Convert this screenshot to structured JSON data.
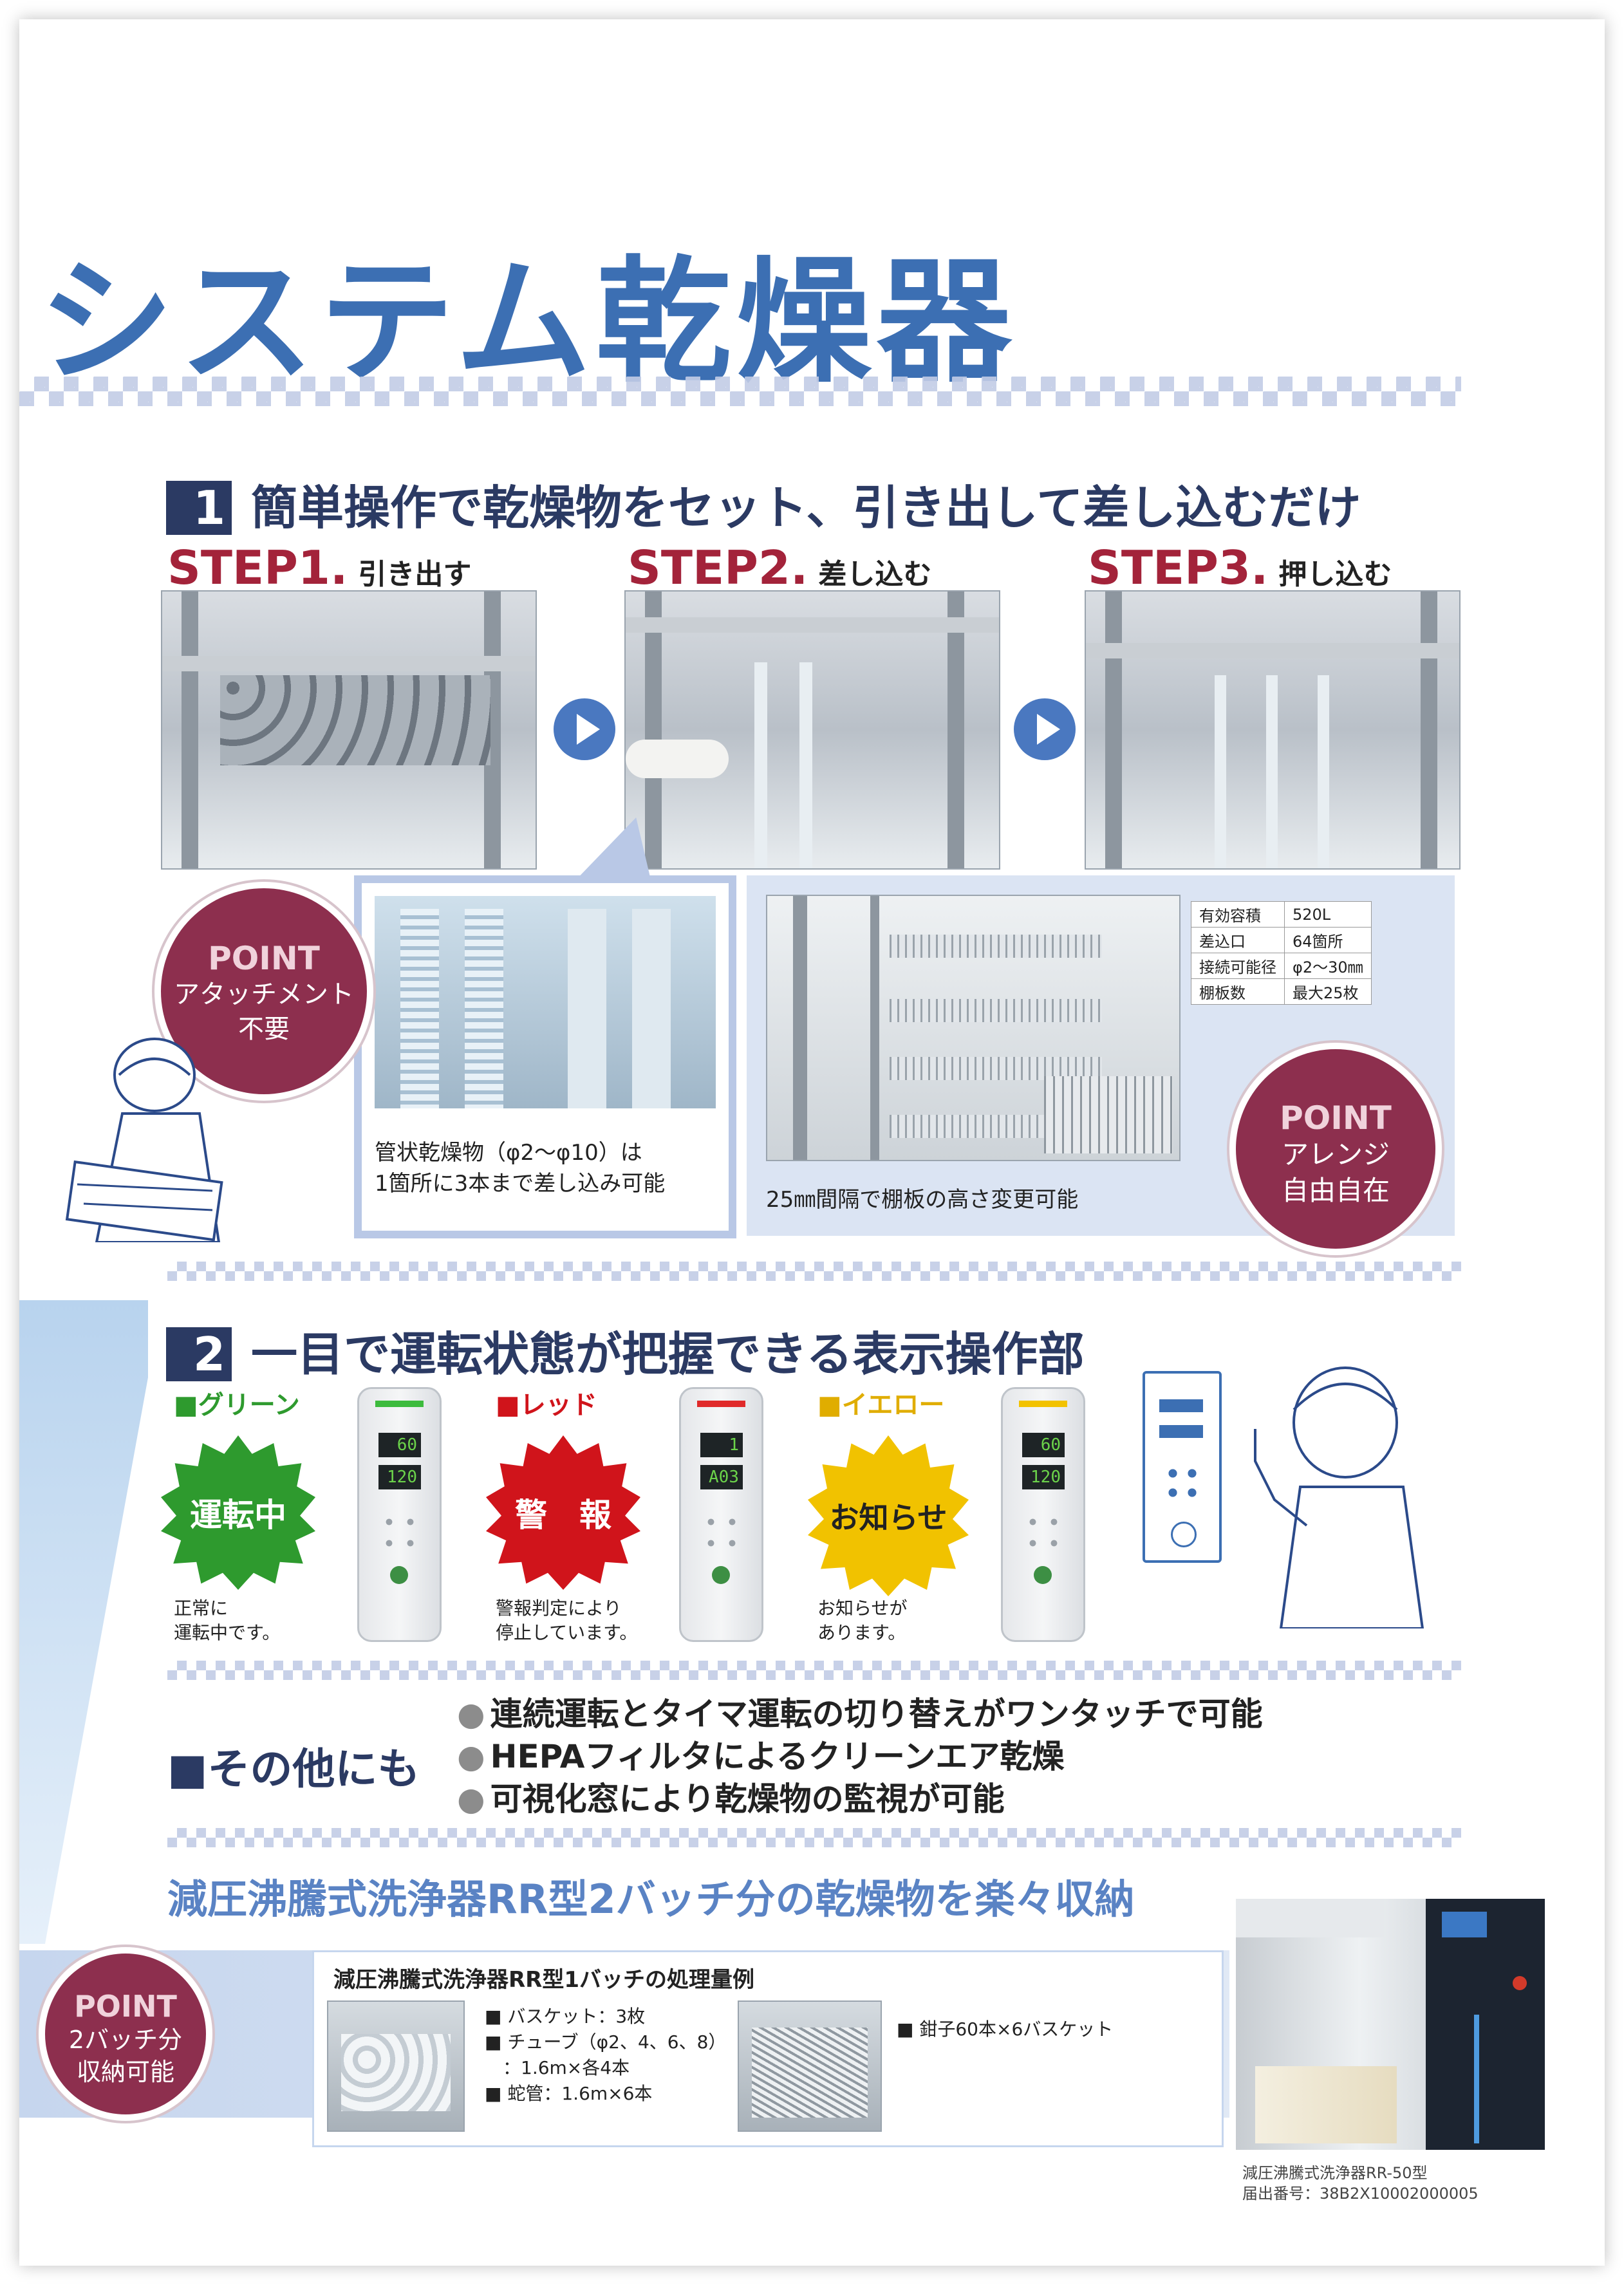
{
  "title": "システム乾燥器",
  "section1": {
    "num": "1",
    "heading": "簡単操作で乾燥物をセット、引き出して差し込むだけ",
    "steps": [
      {
        "label": "STEP1.",
        "sub": "引き出す"
      },
      {
        "label": "STEP2.",
        "sub": "差し込む"
      },
      {
        "label": "STEP3.",
        "sub": "押し込む"
      }
    ],
    "point_left": {
      "badge": "POINT",
      "line1": "アタッチメント",
      "line2": "不要"
    },
    "callout_caption": [
      "管状乾燥物（φ2～φ10）は",
      "1箇所に3本まで差し込み可能"
    ],
    "shelf_caption": "25㎜間隔で棚板の高さ変更可能",
    "spec": [
      [
        "有効容積",
        "520L"
      ],
      [
        "差込口",
        "64箇所"
      ],
      [
        "接続可能径",
        "φ2～30㎜"
      ],
      [
        "棚板数",
        "最大25枚"
      ]
    ],
    "point_right": {
      "badge": "POINT",
      "line1": "アレンジ",
      "line2": "自由自在"
    }
  },
  "section2": {
    "num": "2",
    "heading": "一目で運転状態が把握できる表示操作部",
    "states": [
      {
        "label": "■グリーン",
        "burst": "運転中",
        "desc": [
          "正常に",
          "運転中です。"
        ],
        "color": "#2e9a2e",
        "lcd1": "60",
        "lcd2": "120",
        "led": "#3dbb3d"
      },
      {
        "label": "■レッド",
        "burst": "警　報",
        "desc": [
          "警報判定により",
          "停止しています。"
        ],
        "color": "#d0141b",
        "lcd1": "1",
        "lcd2": "A03",
        "led": "#e02a2a"
      },
      {
        "label": "■イエロー",
        "burst": "お知らせ",
        "desc": [
          "お知らせが",
          "あります。"
        ],
        "color": "#f1c200",
        "lcd1": "60",
        "lcd2": "120",
        "led": "#f2c200"
      }
    ]
  },
  "others": {
    "heading": "■その他にも",
    "items": [
      "連続運転とタイマ運転の切り替えがワンタッチで可能",
      "HEPAフィルタによるクリーンエア乾燥",
      "可視化窓により乾燥物の監視が可能"
    ]
  },
  "section3": {
    "heading": "減圧沸騰式洗浄器RR型2バッチ分の乾燥物を楽々収納",
    "point": {
      "badge": "POINT",
      "line1": "2バッチ分",
      "line2": "収納可能"
    },
    "box_title": "減圧沸騰式洗浄器RR型1バッチの処理量例",
    "list1": [
      "■ バスケット：3枚",
      "■ チューブ（φ2、4、6、8）",
      "　：1.6m×各4本",
      "■ 蛇管：1.6m×6本"
    ],
    "list2": [
      "■ 鉗子60本×6バスケット"
    ],
    "machine_caption": [
      "減圧沸騰式洗浄器RR-50型",
      "届出番号：38B2X10002000005"
    ]
  }
}
